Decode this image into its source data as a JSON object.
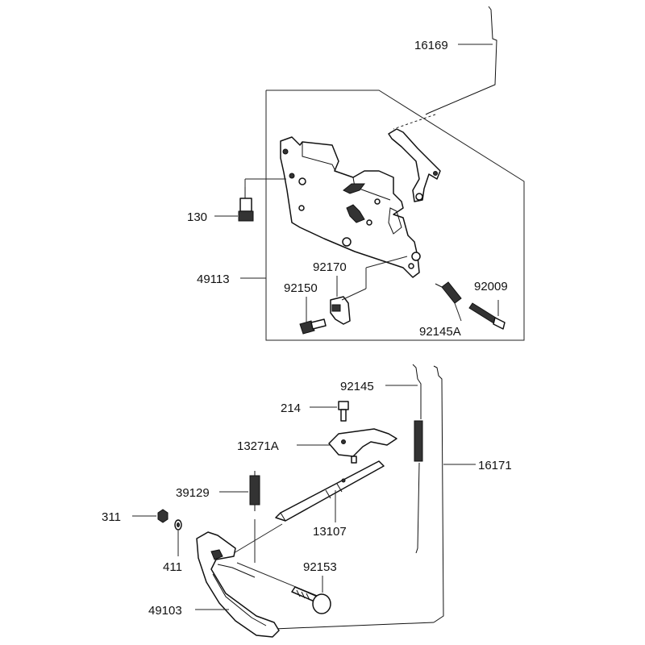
{
  "labels": {
    "p16169": "16169",
    "p130": "130",
    "p49113": "49113",
    "p92170": "92170",
    "p92150": "92150",
    "p92009": "92009",
    "p92145A": "92145A",
    "p92145": "92145",
    "p214": "214",
    "p13271A": "13271A",
    "p16171": "16171",
    "p39129": "39129",
    "p13107": "13107",
    "p311": "311",
    "p411": "411",
    "p92153": "92153",
    "p49103": "49103"
  }
}
